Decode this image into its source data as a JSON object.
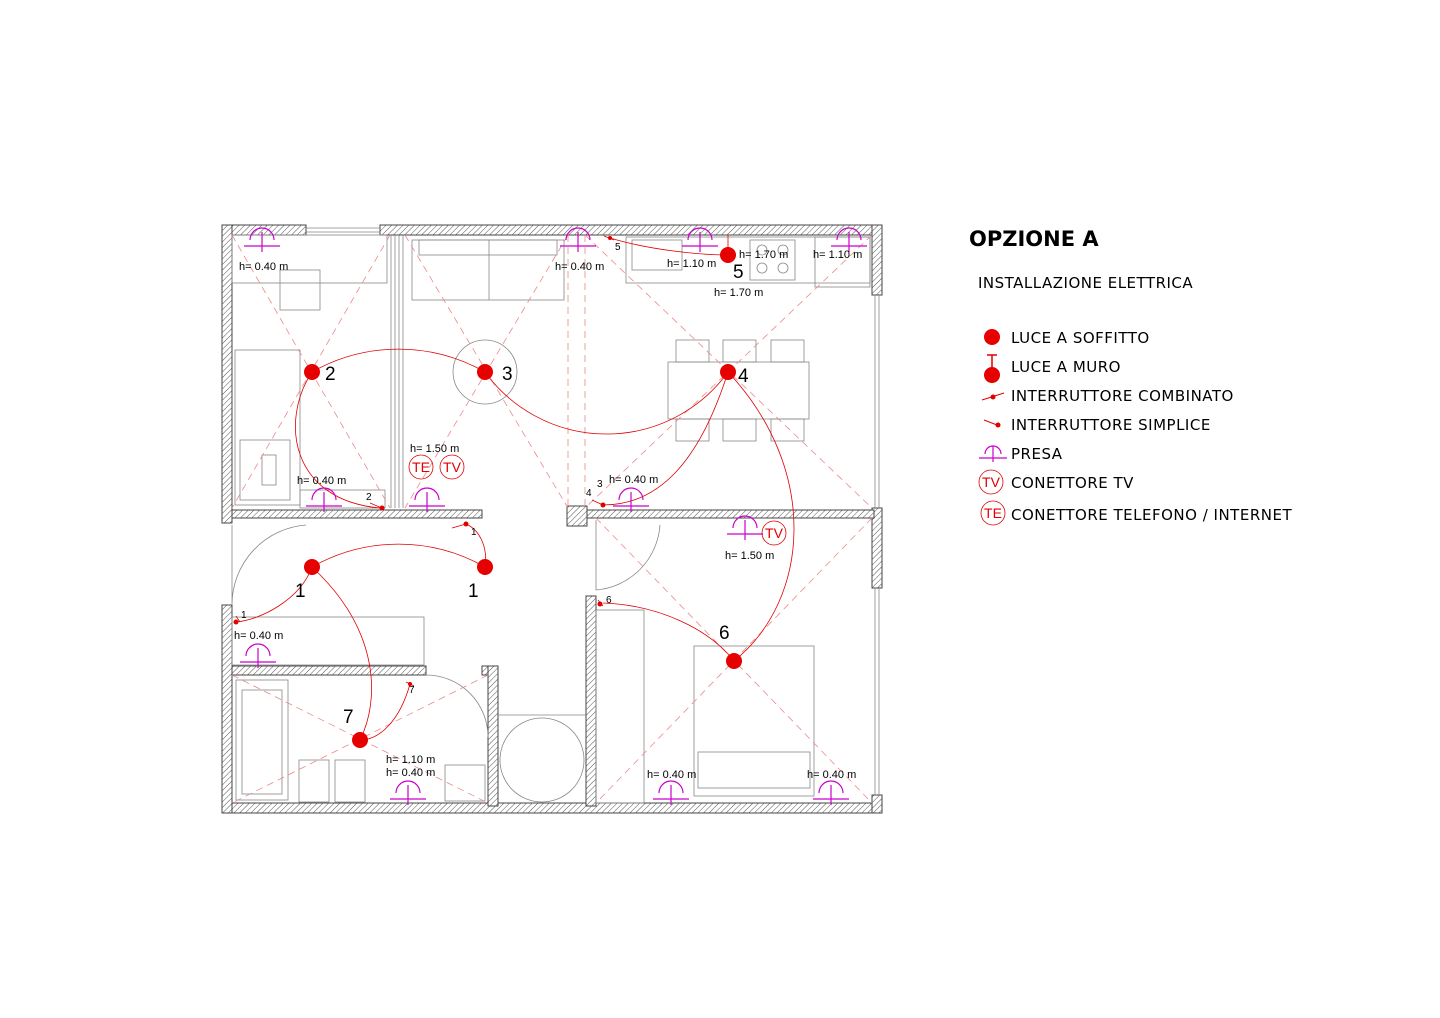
{
  "title": "OPZIONE A",
  "subtitle": "INSTALLAZIONE ELETTRICA",
  "legend": [
    {
      "icon": "ceiling-light-icon",
      "label": "LUCE A SOFFITTO"
    },
    {
      "icon": "wall-light-icon",
      "label": "LUCE A MURO"
    },
    {
      "icon": "combined-switch-icon",
      "label": "INTERRUTTORE COMBINATO"
    },
    {
      "icon": "simple-switch-icon",
      "label": "INTERRUTTORE SIMPLICE"
    },
    {
      "icon": "socket-icon",
      "label": "PRESA"
    },
    {
      "icon": "tv-connector-icon",
      "label": "CONETTORE TV",
      "code": "TV"
    },
    {
      "icon": "phone-connector-icon",
      "label": "CONETTORE TELEFONO / INTERNET",
      "code": "TE"
    }
  ],
  "heights": {
    "h040": "h= 0.40 m",
    "h110": "h= 1.10 m",
    "h150": "h= 1.50 m",
    "h170": "h= 1.70 m"
  },
  "lights": [
    "1",
    "1",
    "2",
    "3",
    "4",
    "5",
    "6",
    "7"
  ],
  "switches": [
    "1",
    "1",
    "2",
    "3",
    "4",
    "5",
    "6",
    "7"
  ],
  "colors": {
    "electric": "#e60000",
    "socket": "#cc00cc"
  }
}
